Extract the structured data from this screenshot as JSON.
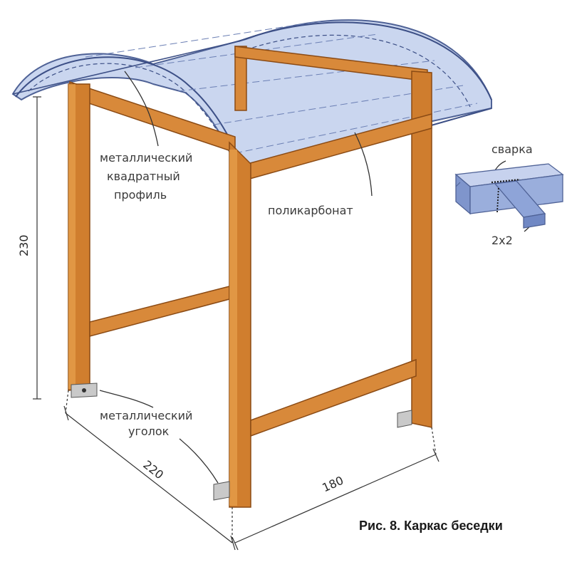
{
  "labels": {
    "profile_line1": "металлический",
    "profile_line2": "квадратный",
    "profile_line3": "профиль",
    "polycarbonate": "поликарбонат",
    "weld": "сварка",
    "profile_size": "2х2",
    "corner_line1": "металлический",
    "corner_line2": "уголок"
  },
  "dimensions": {
    "height": "230",
    "depth": "220",
    "width": "180"
  },
  "caption": "Рис. 8. Каркас беседки",
  "colors": {
    "frame": "#c8782a",
    "frame_light": "#e8a24e",
    "frame_dark": "#8a4a14",
    "roof": "#b8c8ea",
    "roof_edge": "#5a6ea0",
    "profile": "#9aaedc"
  }
}
